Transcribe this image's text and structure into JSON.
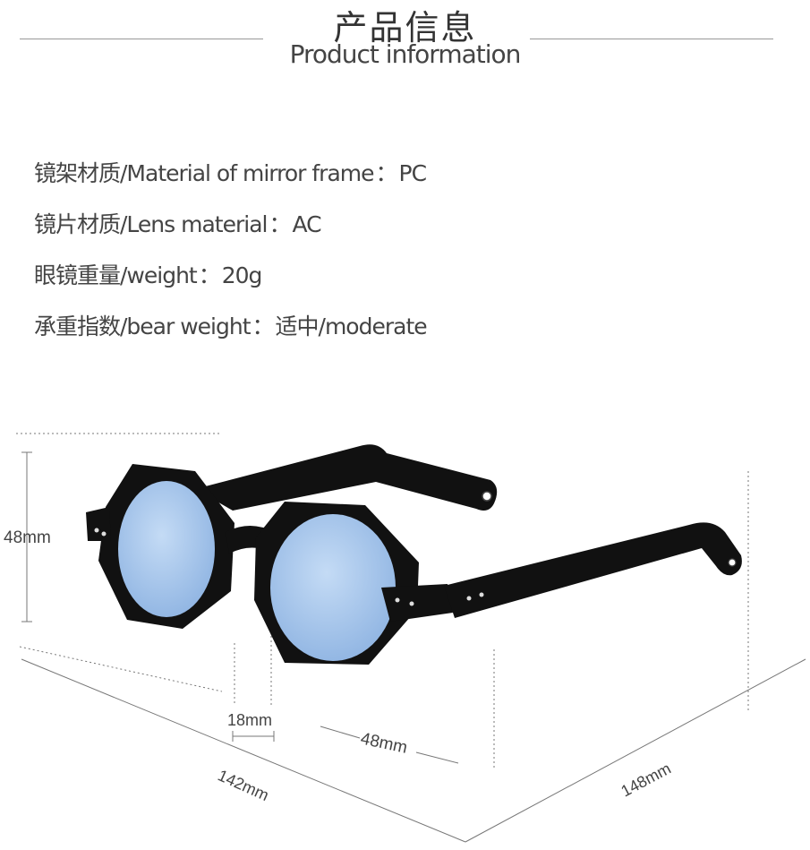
{
  "header": {
    "title_cn": "产品信息",
    "title_en": "Product information"
  },
  "specs": [
    {
      "label": "镜架材质/Material of mirror frame",
      "sep": "：",
      "value": "PC"
    },
    {
      "label": "镜片材质/Lens material",
      "sep": "：",
      "value": "AC"
    },
    {
      "label": "眼镜重量/weight",
      "sep": "：",
      "value": "20g"
    },
    {
      "label": "承重指数/bear weight",
      "sep": "：",
      "value": "适中/moderate"
    }
  ],
  "dimensions": {
    "height": "48mm",
    "bridge": "18mm",
    "lens_width": "48mm",
    "total_width": "142mm",
    "temple_length": "148mm"
  },
  "colors": {
    "frame": "#111111",
    "lens": "#aac8ec",
    "text": "#444444",
    "rule": "#999999"
  }
}
